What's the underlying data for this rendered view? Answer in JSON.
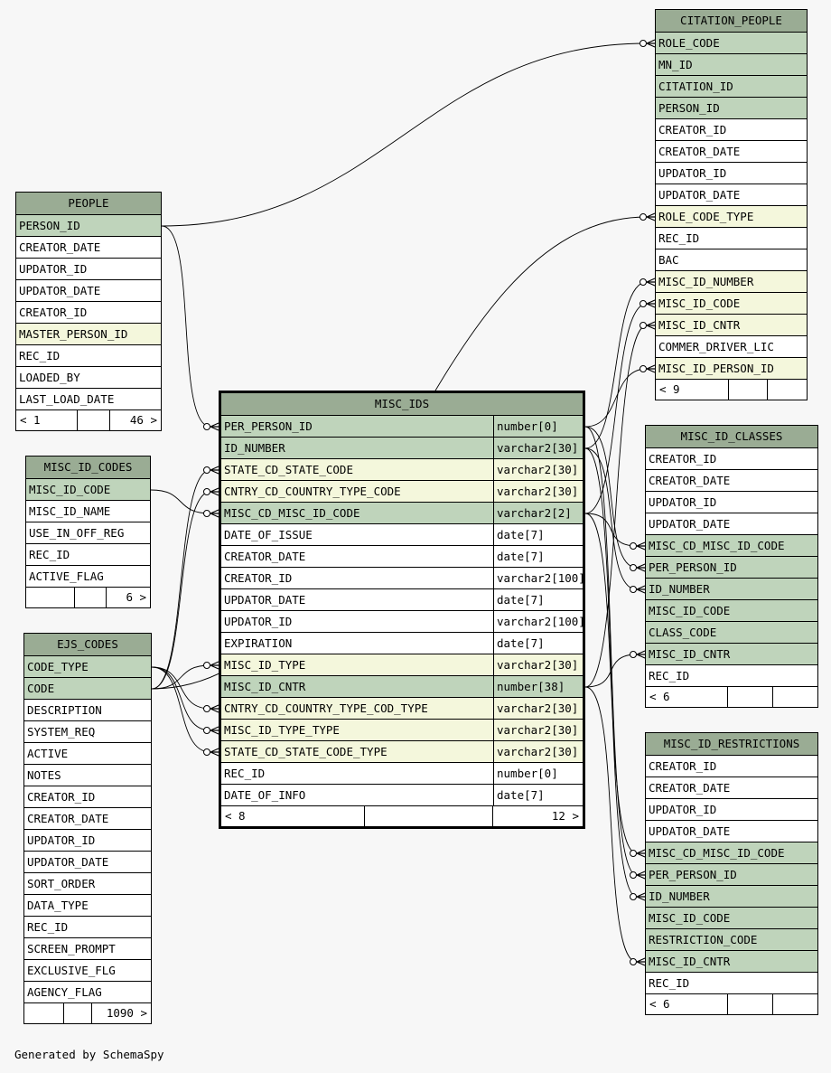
{
  "footer_text": "Generated by SchemaSpy",
  "colors": {
    "header": "#9aac94",
    "primary_key": "#bfd4bb",
    "foreign_key": "#f4f7dc",
    "plain": "#ffffff",
    "background": "#f7f7f7"
  },
  "tables": {
    "people": {
      "name": "PEOPLE",
      "rows": [
        {
          "c": "PERSON_ID",
          "k": "pk"
        },
        {
          "c": "CREATOR_DATE",
          "k": ""
        },
        {
          "c": "UPDATOR_ID",
          "k": ""
        },
        {
          "c": "UPDATOR_DATE",
          "k": ""
        },
        {
          "c": "CREATOR_ID",
          "k": ""
        },
        {
          "c": "MASTER_PERSON_ID",
          "k": "fk"
        },
        {
          "c": "REC_ID",
          "k": ""
        },
        {
          "c": "LOADED_BY",
          "k": ""
        },
        {
          "c": "LAST_LOAD_DATE",
          "k": ""
        }
      ],
      "footer": [
        "< 1",
        "",
        "46 >"
      ]
    },
    "misc_id_codes": {
      "name": "MISC_ID_CODES",
      "rows": [
        {
          "c": "MISC_ID_CODE",
          "k": "pk"
        },
        {
          "c": "MISC_ID_NAME",
          "k": ""
        },
        {
          "c": "USE_IN_OFF_REG",
          "k": ""
        },
        {
          "c": "REC_ID",
          "k": ""
        },
        {
          "c": "ACTIVE_FLAG",
          "k": ""
        }
      ],
      "footer": [
        "",
        "",
        "6 >"
      ]
    },
    "ejs_codes": {
      "name": "EJS_CODES",
      "rows": [
        {
          "c": "CODE_TYPE",
          "k": "pk"
        },
        {
          "c": "CODE",
          "k": "pk"
        },
        {
          "c": "DESCRIPTION",
          "k": ""
        },
        {
          "c": "SYSTEM_REQ",
          "k": ""
        },
        {
          "c": "ACTIVE",
          "k": ""
        },
        {
          "c": "NOTES",
          "k": ""
        },
        {
          "c": "CREATOR_ID",
          "k": ""
        },
        {
          "c": "CREATOR_DATE",
          "k": ""
        },
        {
          "c": "UPDATOR_ID",
          "k": ""
        },
        {
          "c": "UPDATOR_DATE",
          "k": ""
        },
        {
          "c": "SORT_ORDER",
          "k": ""
        },
        {
          "c": "DATA_TYPE",
          "k": ""
        },
        {
          "c": "REC_ID",
          "k": ""
        },
        {
          "c": "SCREEN_PROMPT",
          "k": ""
        },
        {
          "c": "EXCLUSIVE_FLG",
          "k": ""
        },
        {
          "c": "AGENCY_FLAG",
          "k": ""
        }
      ],
      "footer": [
        "",
        "",
        "1090 >"
      ]
    },
    "misc_ids": {
      "name": "MISC_IDS",
      "rows": [
        {
          "c": "PER_PERSON_ID",
          "t": "number[0]",
          "k": "pk"
        },
        {
          "c": "ID_NUMBER",
          "t": "varchar2[30]",
          "k": "pk"
        },
        {
          "c": "STATE_CD_STATE_CODE",
          "t": "varchar2[30]",
          "k": "fk"
        },
        {
          "c": "CNTRY_CD_COUNTRY_TYPE_CODE",
          "t": "varchar2[30]",
          "k": "fk"
        },
        {
          "c": "MISC_CD_MISC_ID_CODE",
          "t": "varchar2[2]",
          "k": "pk"
        },
        {
          "c": "DATE_OF_ISSUE",
          "t": "date[7]",
          "k": ""
        },
        {
          "c": "CREATOR_DATE",
          "t": "date[7]",
          "k": ""
        },
        {
          "c": "CREATOR_ID",
          "t": "varchar2[100]",
          "k": ""
        },
        {
          "c": "UPDATOR_DATE",
          "t": "date[7]",
          "k": ""
        },
        {
          "c": "UPDATOR_ID",
          "t": "varchar2[100]",
          "k": ""
        },
        {
          "c": "EXPIRATION",
          "t": "date[7]",
          "k": ""
        },
        {
          "c": "MISC_ID_TYPE",
          "t": "varchar2[30]",
          "k": "fk"
        },
        {
          "c": "MISC_ID_CNTR",
          "t": "number[38]",
          "k": "pk"
        },
        {
          "c": "CNTRY_CD_COUNTRY_TYPE_COD_TYPE",
          "t": "varchar2[30]",
          "k": "fk"
        },
        {
          "c": "MISC_ID_TYPE_TYPE",
          "t": "varchar2[30]",
          "k": "fk"
        },
        {
          "c": "STATE_CD_STATE_CODE_TYPE",
          "t": "varchar2[30]",
          "k": "fk"
        },
        {
          "c": "REC_ID",
          "t": "number[0]",
          "k": ""
        },
        {
          "c": "DATE_OF_INFO",
          "t": "date[7]",
          "k": ""
        }
      ],
      "footer": [
        "< 8",
        "",
        "12 >"
      ]
    },
    "citation_people": {
      "name": "CITATION_PEOPLE",
      "rows": [
        {
          "c": "ROLE_CODE",
          "k": "pk"
        },
        {
          "c": "MN_ID",
          "k": "pk"
        },
        {
          "c": "CITATION_ID",
          "k": "pk"
        },
        {
          "c": "PERSON_ID",
          "k": "pk"
        },
        {
          "c": "CREATOR_ID",
          "k": ""
        },
        {
          "c": "CREATOR_DATE",
          "k": ""
        },
        {
          "c": "UPDATOR_ID",
          "k": ""
        },
        {
          "c": "UPDATOR_DATE",
          "k": ""
        },
        {
          "c": "ROLE_CODE_TYPE",
          "k": "fk"
        },
        {
          "c": "REC_ID",
          "k": ""
        },
        {
          "c": "BAC",
          "k": ""
        },
        {
          "c": "MISC_ID_NUMBER",
          "k": "fk"
        },
        {
          "c": "MISC_ID_CODE",
          "k": "fk"
        },
        {
          "c": "MISC_ID_CNTR",
          "k": "fk"
        },
        {
          "c": "COMMER_DRIVER_LIC",
          "k": ""
        },
        {
          "c": "MISC_ID_PERSON_ID",
          "k": "fk"
        }
      ],
      "footer": [
        "< 9",
        "",
        ""
      ]
    },
    "misc_id_classes": {
      "name": "MISC_ID_CLASSES",
      "rows": [
        {
          "c": "CREATOR_ID",
          "k": ""
        },
        {
          "c": "CREATOR_DATE",
          "k": ""
        },
        {
          "c": "UPDATOR_ID",
          "k": ""
        },
        {
          "c": "UPDATOR_DATE",
          "k": ""
        },
        {
          "c": "MISC_CD_MISC_ID_CODE",
          "k": "pk"
        },
        {
          "c": "PER_PERSON_ID",
          "k": "pk"
        },
        {
          "c": "ID_NUMBER",
          "k": "pk"
        },
        {
          "c": "MISC_ID_CODE",
          "k": "pk"
        },
        {
          "c": "CLASS_CODE",
          "k": "pk"
        },
        {
          "c": "MISC_ID_CNTR",
          "k": "pk"
        },
        {
          "c": "REC_ID",
          "k": ""
        }
      ],
      "footer": [
        "< 6",
        "",
        ""
      ]
    },
    "misc_id_restrictions": {
      "name": "MISC_ID_RESTRICTIONS",
      "rows": [
        {
          "c": "CREATOR_ID",
          "k": ""
        },
        {
          "c": "CREATOR_DATE",
          "k": ""
        },
        {
          "c": "UPDATOR_ID",
          "k": ""
        },
        {
          "c": "UPDATOR_DATE",
          "k": ""
        },
        {
          "c": "MISC_CD_MISC_ID_CODE",
          "k": "pk"
        },
        {
          "c": "PER_PERSON_ID",
          "k": "pk"
        },
        {
          "c": "ID_NUMBER",
          "k": "pk"
        },
        {
          "c": "MISC_ID_CODE",
          "k": "pk"
        },
        {
          "c": "RESTRICTION_CODE",
          "k": "pk"
        },
        {
          "c": "MISC_ID_CNTR",
          "k": "pk"
        },
        {
          "c": "REC_ID",
          "k": ""
        }
      ],
      "footer": [
        "< 6",
        "",
        ""
      ]
    }
  },
  "relationships": [
    {
      "from": "people.PERSON_ID",
      "to": "misc_ids.PER_PERSON_ID"
    },
    {
      "from": "people.PERSON_ID",
      "to": "citation_people.ROLE_CODE"
    },
    {
      "from": "misc_id_codes.MISC_ID_CODE",
      "to": "misc_ids.MISC_CD_MISC_ID_CODE"
    },
    {
      "from": "ejs_codes.CODE",
      "to": "misc_ids.STATE_CD_STATE_CODE"
    },
    {
      "from": "ejs_codes.CODE",
      "to": "misc_ids.CNTRY_CD_COUNTRY_TYPE_CODE"
    },
    {
      "from": "ejs_codes.CODE",
      "to": "misc_ids.MISC_ID_TYPE"
    },
    {
      "from": "ejs_codes.CODE_TYPE",
      "to": "misc_ids.CNTRY_CD_COUNTRY_TYPE_COD_TYPE"
    },
    {
      "from": "ejs_codes.CODE_TYPE",
      "to": "misc_ids.MISC_ID_TYPE_TYPE"
    },
    {
      "from": "ejs_codes.CODE_TYPE",
      "to": "misc_ids.STATE_CD_STATE_CODE_TYPE"
    },
    {
      "from": "ejs_codes.CODE",
      "to": "citation_people.ROLE_CODE_TYPE"
    },
    {
      "from": "misc_ids.PER_PERSON_ID",
      "to": "citation_people.MISC_ID_PERSON_ID"
    },
    {
      "from": "misc_ids.ID_NUMBER",
      "to": "citation_people.MISC_ID_NUMBER"
    },
    {
      "from": "misc_ids.MISC_CD_MISC_ID_CODE",
      "to": "citation_people.MISC_ID_CODE"
    },
    {
      "from": "misc_ids.MISC_ID_CNTR",
      "to": "citation_people.MISC_ID_CNTR"
    },
    {
      "from": "misc_ids.MISC_CD_MISC_ID_CODE",
      "to": "misc_id_classes.MISC_CD_MISC_ID_CODE"
    },
    {
      "from": "misc_ids.PER_PERSON_ID",
      "to": "misc_id_classes.PER_PERSON_ID"
    },
    {
      "from": "misc_ids.ID_NUMBER",
      "to": "misc_id_classes.ID_NUMBER"
    },
    {
      "from": "misc_ids.MISC_ID_CNTR",
      "to": "misc_id_classes.MISC_ID_CNTR"
    },
    {
      "from": "misc_ids.MISC_CD_MISC_ID_CODE",
      "to": "misc_id_restrictions.MISC_CD_MISC_ID_CODE"
    },
    {
      "from": "misc_ids.PER_PERSON_ID",
      "to": "misc_id_restrictions.PER_PERSON_ID"
    },
    {
      "from": "misc_ids.ID_NUMBER",
      "to": "misc_id_restrictions.ID_NUMBER"
    },
    {
      "from": "misc_ids.MISC_ID_CNTR",
      "to": "misc_id_restrictions.MISC_ID_CNTR"
    }
  ]
}
